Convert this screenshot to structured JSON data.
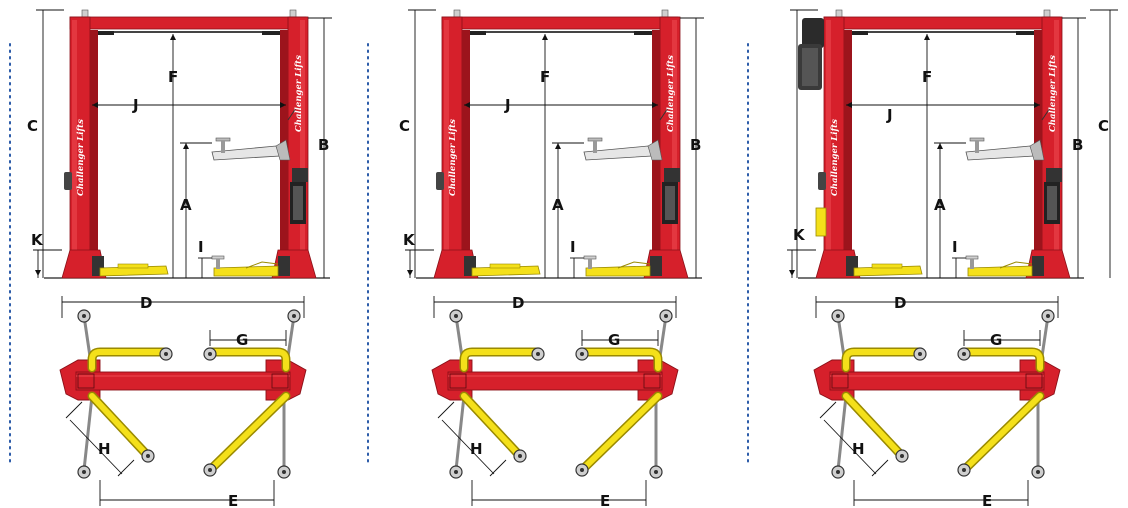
{
  "colors": {
    "column": "#d6202b",
    "column_dark": "#9c141c",
    "arm": "#f4e01a",
    "arm_dark": "#9a8a00",
    "dimension_line": "#111111",
    "separator": "#2a5aa8",
    "motor": "#2b2b2b"
  },
  "brand_text": "Challenger Lifts",
  "dimension_labels": {
    "A": "A",
    "B": "B",
    "C": "C",
    "D": "D",
    "E": "E",
    "F": "F",
    "G": "G",
    "H": "H",
    "I": "I",
    "J": "J",
    "K": "K"
  },
  "panels": [
    {
      "id": "panel-1",
      "motor": "right-column"
    },
    {
      "id": "panel-2",
      "motor": "right-column"
    },
    {
      "id": "panel-3",
      "motor": "left-column-top"
    }
  ]
}
